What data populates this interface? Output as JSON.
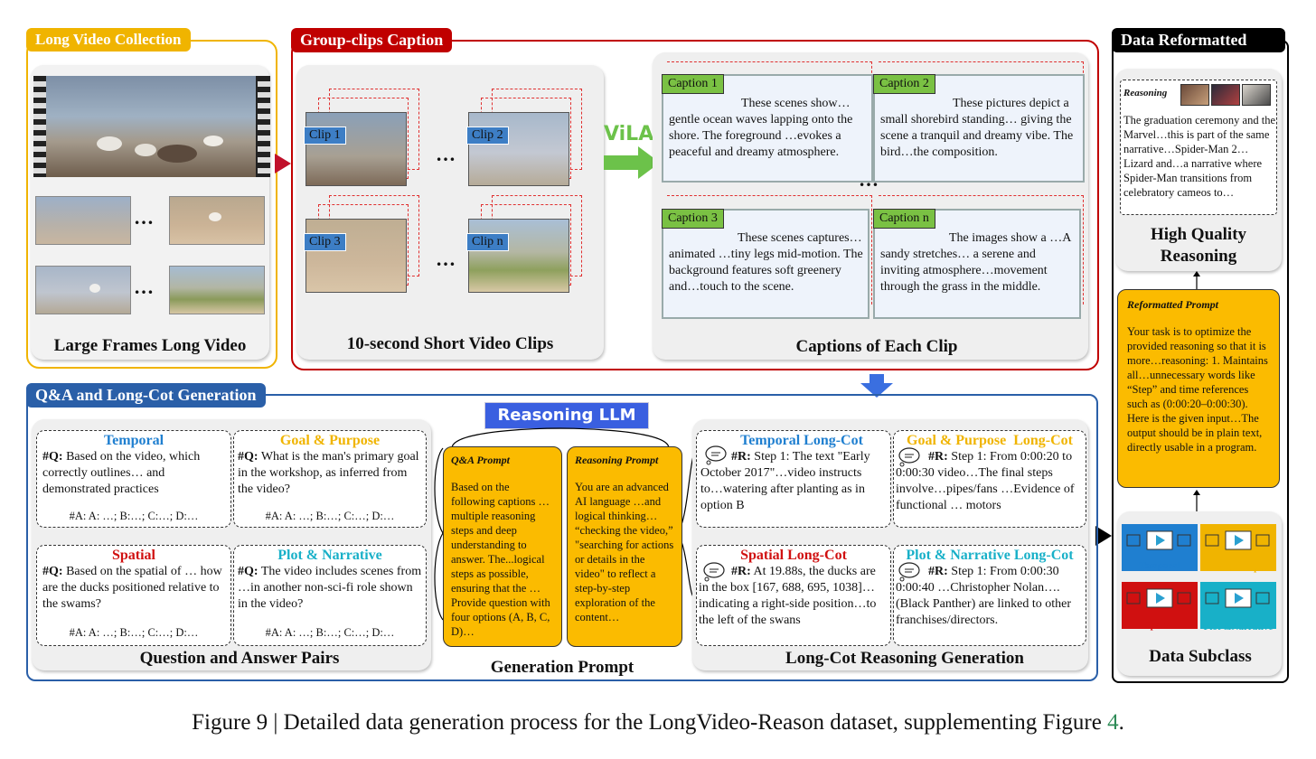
{
  "long_video": {
    "tag": "Long Video Collection",
    "subtitle": "Large Frames Long Video",
    "colors": {
      "border": "#f0b400",
      "tag_bg": "#f0b400",
      "tag_text": "#ffffff"
    }
  },
  "group_clips": {
    "tag": "Group-clips Caption",
    "clips_title": "10-second Short Video Clips",
    "captions_title": "Captions of Each Clip",
    "clip_labels": [
      "Clip 1",
      "Clip 2",
      "Clip 3",
      "Clip n"
    ],
    "ellipsis": "…",
    "vila_logo": "ViLA",
    "captions": [
      {
        "label": "Caption 1",
        "text": "These scenes show… gentle ocean waves lapping onto the shore. The foreground …evokes a peaceful and dreamy atmosphere."
      },
      {
        "label": "Caption 2",
        "text": "These pictures depict a small shorebird standing… giving the scene a tranquil and dreamy vibe. The bird…the composition."
      },
      {
        "label": "Caption 3",
        "text": "These scenes captures… animated …tiny legs mid-motion. The background features soft greenery and…touch to the scene."
      },
      {
        "label": "Caption n",
        "text": "The images show a …A sandy stretches… a serene and inviting atmosphere…movement through  the grass in the middle."
      }
    ],
    "colors": {
      "border": "#c00000",
      "tag_bg": "#c00000",
      "tag_text": "#ffffff",
      "caption_label": "#7ac143",
      "clip_label": "#3d7ec5"
    }
  },
  "data_reformatted": {
    "tag": "Data Reformatted",
    "reasoning_label": "Reasoning",
    "reasoning_text": "The graduation ceremony and the Marvel…this is part of the same narrative…Spider-Man 2…Lizard and…a narrative where Spider-Man transitions from celebratory cameos to…",
    "hq_title": "High Quality Reasoning",
    "prompt_head": "Reformatted Prompt",
    "prompt_text": "Your task is to optimize the provided reasoning so that it is more…reasoning: 1. Maintains all…unnecessary words like “Step” and time references such as (0:00:20–0:00:30). Here is the given input…The output should be in plain text, directly usable in a program.",
    "subclass_title": "Data Subclass",
    "subclasses": [
      "Temporal",
      "Goal & Purpose",
      "Spatial",
      "Plot &Narrative"
    ],
    "colors": {
      "tag_bg": "#000000",
      "tag_text": "#ffffff",
      "prompt_bg": "#fbbb00",
      "temporal": "#1f7fd0",
      "goal": "#f0b400",
      "spatial": "#d01010",
      "plot": "#18b0c8"
    }
  },
  "qa": {
    "tag": "Q&A and Long-Cot Generation",
    "pairs_title": "Question and Answer Pairs",
    "answer_line": "#A: A: …; B:…; C:…; D:…",
    "questions": [
      {
        "category": "Temporal",
        "q_prefix": "#Q:",
        "q": "Based on the video, which correctly outlines… and demonstrated practices"
      },
      {
        "category": "Goal & Purpose",
        "q_prefix": "#Q:",
        "q": "What is the man's primary goal in the workshop, as inferred from the video?"
      },
      {
        "category": "Spatial",
        "q_prefix": "#Q:",
        "q": "Based on the spatial of … how are the ducks positioned relative to the swams?"
      },
      {
        "category": "Plot & Narrative",
        "q_prefix": "#Q:",
        "q": "The video includes scenes from …in another non-sci-fi role shown in the video?"
      }
    ],
    "llm_label": "Reasoning LLM",
    "gen_title": "Generation Prompt",
    "qa_prompt_head": "Q&A Prompt",
    "qa_prompt_text": "Based on the following captions …multiple reasoning steps and deep understanding to answer. The...logical steps as possible, ensuring that the …Provide question with four options (A, B, C, D)…",
    "reasoning_prompt_head": "Reasoning Prompt",
    "reasoning_prompt_text": "You are an advanced AI language …and logical thinking… “checking the video,” \"searching for actions or details in the video\" to reflect a step-by-step exploration of the content…",
    "cot_title": "Long-Cot Reasoning Generation",
    "cots": [
      {
        "category": "Temporal Long-Cot",
        "r_prefix": "#R:",
        "r": "Step 1: The text \"Early October 2017\"…video instructs to…watering after planting as in option B"
      },
      {
        "category": "Goal & Purpose  Long-Cot",
        "r_prefix": "#R:",
        "r": "Step 1: From 0:00:20 to 0:00:30 video…The final steps involve…pipes/fans …Evidence of functional … motors"
      },
      {
        "category": "Spatial Long-Cot",
        "r_prefix": "#R:",
        "r": "At 19.88s, the ducks are in the box [167, 688, 695, 1038]…indicating a right-side position…to the left of the swans"
      },
      {
        "category": "Plot & Narrative Long-Cot",
        "r_prefix": "#R:",
        "r": "Step 1: From 0:00:30 0:00:40  …Christopher Nolan…. (Black Panther) are linked to other franchises/directors."
      }
    ],
    "colors": {
      "border": "#2a5fa8",
      "tag_bg": "#2a5fa8",
      "tag_text": "#ffffff",
      "llm_bg": "#3a5fe0"
    }
  },
  "caption": {
    "prefix": "Figure 9 | Detailed data generation process for the LongVideo-Reason dataset, supplementing Figure ",
    "ref": "4",
    "suffix": ".",
    "ref_color": "#2e8b57"
  }
}
